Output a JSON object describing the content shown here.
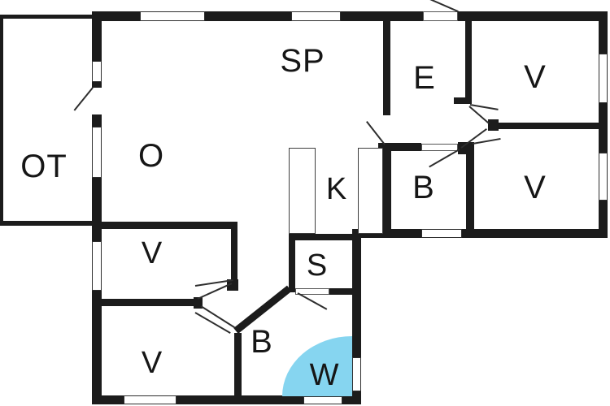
{
  "plan": {
    "type": "floor-plan",
    "colors": {
      "background": "#ffffff",
      "wall": "#1c1c1c",
      "shower": "#86d5f0",
      "text": "#161616"
    },
    "rooms": [
      {
        "label": "OT"
      },
      {
        "label": "O"
      },
      {
        "label": "SP"
      },
      {
        "label": "E"
      },
      {
        "label": "V"
      },
      {
        "label": "B"
      },
      {
        "label": "V"
      },
      {
        "label": "K"
      },
      {
        "label": "V"
      },
      {
        "label": "V"
      },
      {
        "label": "S"
      },
      {
        "label": "B"
      },
      {
        "label": "W"
      }
    ]
  }
}
